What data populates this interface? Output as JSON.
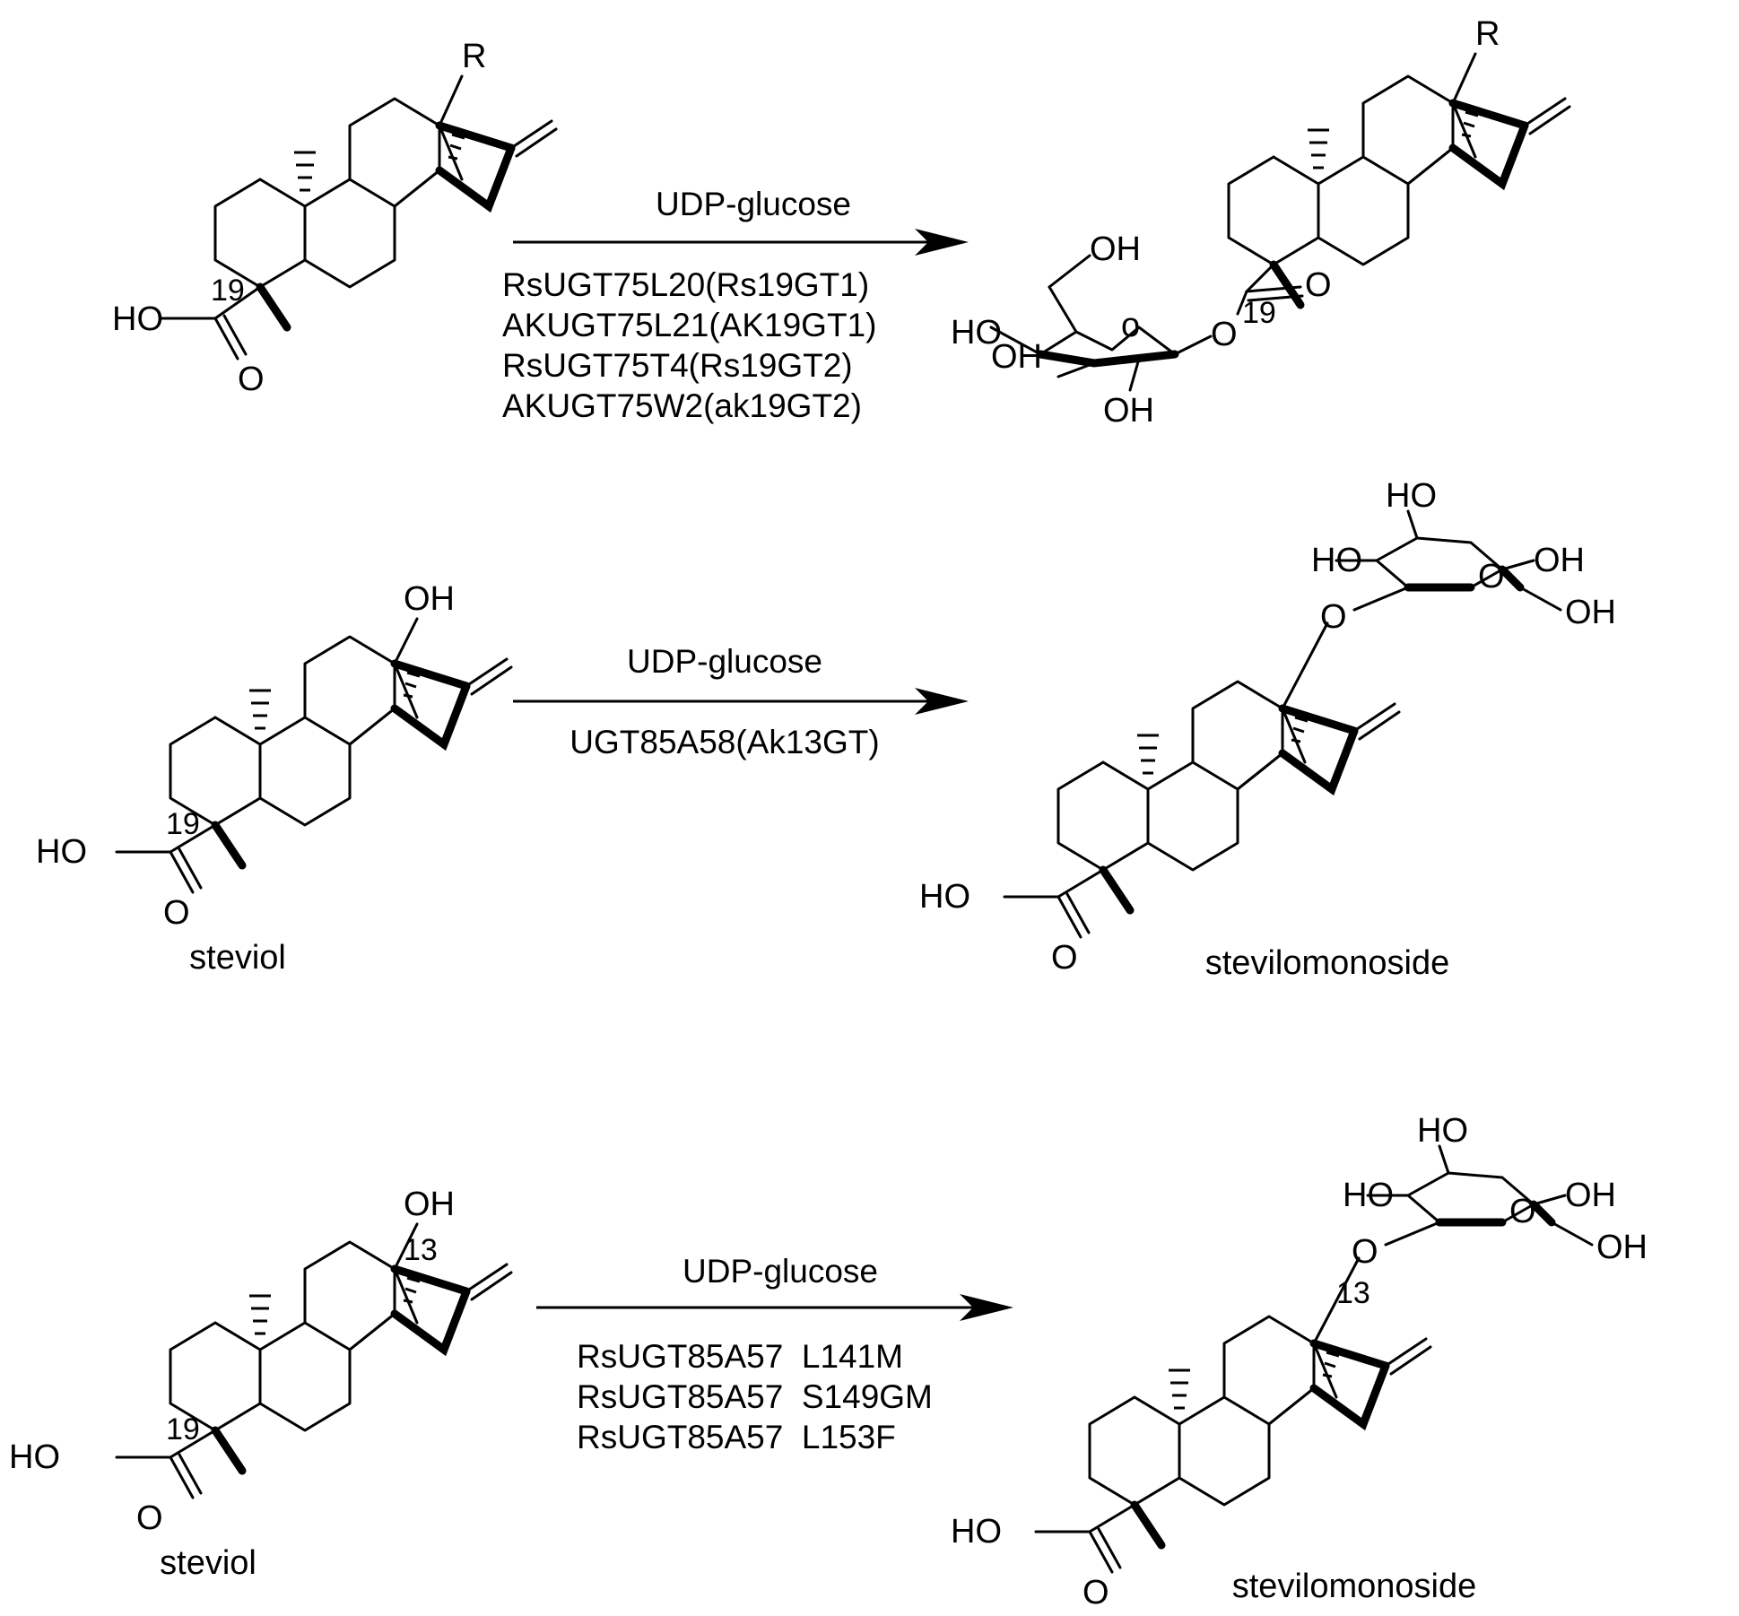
{
  "reactions": [
    {
      "reagent": "UDP-glucose",
      "enzymes": [
        "RsUGT75L20(Rs19GT1)",
        "AKUGT75L21(AK19GT1)",
        "RsUGT75T4(Rs19GT2)",
        "AKUGT75W2(ak19GT2)"
      ],
      "substrate": {
        "name": "",
        "r_label": "R",
        "c19_label": "19",
        "acid_oh": "HO",
        "acid_o": "O"
      },
      "product": {
        "name": "",
        "r_label": "R",
        "c19_label": "19",
        "ester_o": "O",
        "carbonyl_o": "O",
        "ring_o": "o",
        "oh_6": "OH",
        "oh_4": "HO",
        "oh_3": "OH",
        "oh_2": "OH"
      }
    },
    {
      "reagent": "UDP-glucose",
      "enzymes": [
        "UGT85A58(Ak13GT)"
      ],
      "substrate": {
        "name": "steviol",
        "oh_13": "OH",
        "c19_label": "19",
        "acid_oh": "HO",
        "acid_o": "O"
      },
      "product": {
        "name": "stevilomonoside",
        "glyco_o": "O",
        "acid_oh": "HO",
        "acid_o": "O",
        "sugar_oh_a": "HO",
        "sugar_oh_b": "HO",
        "sugar_oh_c": "OH",
        "sugar_oh_d": "OH",
        "ring_o": "O"
      }
    },
    {
      "reagent": "UDP-glucose",
      "enzymes": [
        "RsUGT85A57  L141M",
        "RsUGT85A57  S149GM",
        "RsUGT85A57  L153F"
      ],
      "substrate": {
        "name": "steviol",
        "oh_13": "OH",
        "c13_label": "13",
        "c19_label": "19",
        "acid_oh": "HO",
        "acid_o": "O"
      },
      "product": {
        "name": "stevilomonoside",
        "c13_label": "13",
        "glyco_o": "O",
        "acid_oh": "HO",
        "acid_o": "O",
        "sugar_oh_a": "HO",
        "sugar_oh_b": "HO",
        "sugar_oh_c": "OH",
        "sugar_oh_d": "OH",
        "ring_o": "O"
      }
    }
  ]
}
